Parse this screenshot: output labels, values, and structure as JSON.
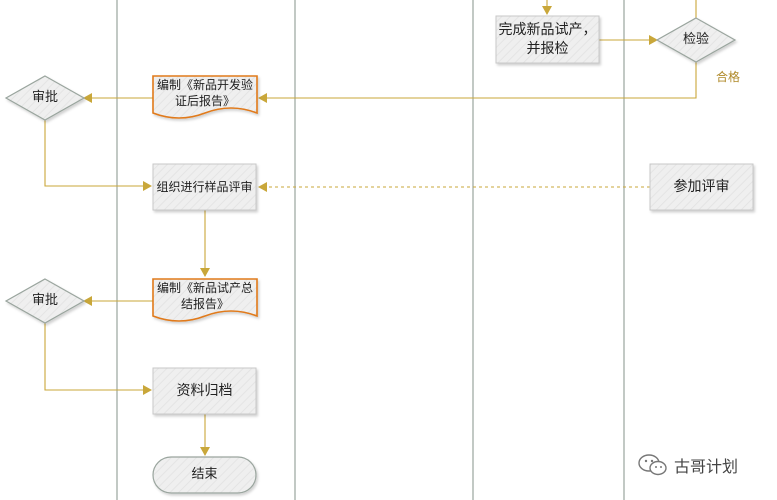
{
  "nodes": {
    "complete_trial_production": "完成新品试产，并报检",
    "inspection": "检验",
    "qualified_label": "合格",
    "approval_top": "审批",
    "write_dev_report": "编制《新品开发验证后报告》",
    "organize_sample_review": "组织进行样品评审",
    "join_review": "参加评审",
    "approval_bottom": "审批",
    "write_trial_report": "编制《新品试产总结报告》",
    "archive_documents": "资料归档",
    "end": "结束"
  },
  "watermark": {
    "text": "古哥计划",
    "icon": "wechat-icon"
  },
  "colors": {
    "flow_line": "#c9a73a",
    "lane_line": "#9aa59e",
    "doc_border": "#e07a1a",
    "box_fill": "#ececec"
  }
}
